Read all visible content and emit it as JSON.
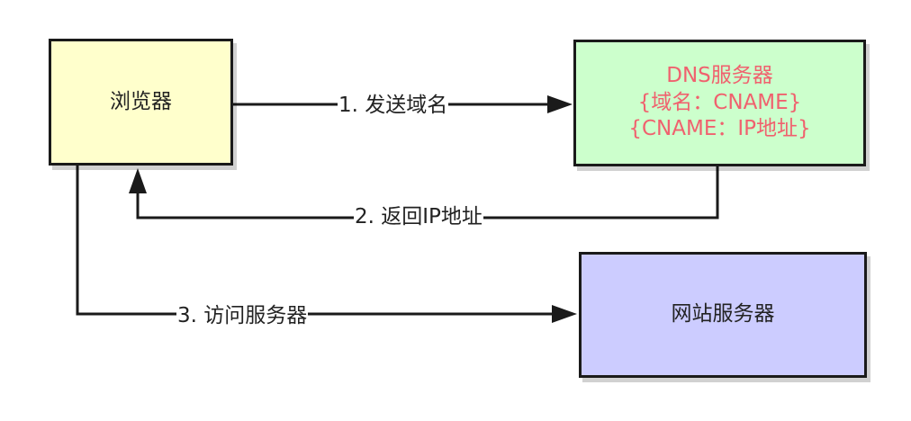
{
  "nodes": {
    "browser": {
      "label": "浏览器",
      "fill": "#ffffcc"
    },
    "dns": {
      "line1": "DNS服务器",
      "line2": "{域名：CNAME}",
      "line3": "{CNAME：IP地址}",
      "fill": "#ccffcc",
      "text_color": "#f0616e"
    },
    "web": {
      "label": "网站服务器",
      "fill": "#ccccff"
    }
  },
  "edges": [
    {
      "id": "e1",
      "label": "1. 发送域名",
      "from": "browser",
      "to": "dns"
    },
    {
      "id": "e2",
      "label": "2. 返回IP地址",
      "from": "dns",
      "to": "browser"
    },
    {
      "id": "e3",
      "label": "3. 访问服务器",
      "from": "browser",
      "to": "web"
    }
  ],
  "colors": {
    "stroke": "#1a1a1a"
  }
}
